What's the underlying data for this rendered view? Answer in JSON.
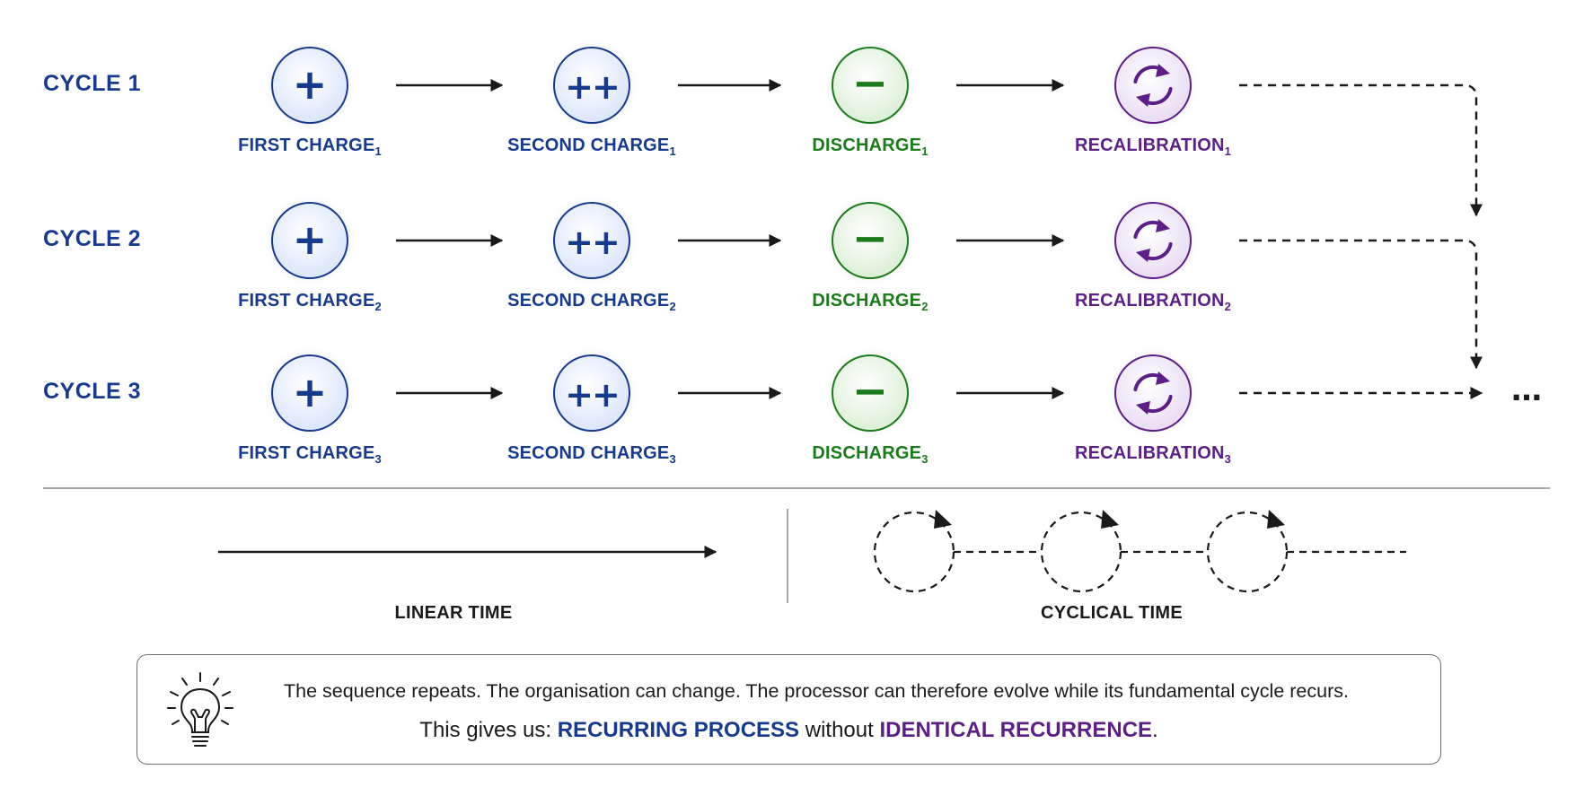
{
  "cycles": [
    {
      "label": "CYCLE 1",
      "index": "1"
    },
    {
      "label": "CYCLE 2",
      "index": "2"
    },
    {
      "label": "CYCLE 3",
      "index": "3"
    }
  ],
  "stages": [
    {
      "name": "FIRST CHARGE",
      "symbol": "+",
      "tone": "blue",
      "icon": "plus-icon"
    },
    {
      "name": "SECOND CHARGE",
      "symbol": "++",
      "tone": "blue",
      "icon": "double-plus-icon"
    },
    {
      "name": "DISCHARGE",
      "symbol": "−",
      "tone": "green",
      "icon": "minus-icon"
    },
    {
      "name": "RECALIBRATION",
      "symbol": "",
      "tone": "purple",
      "icon": "cycle-arrows-icon"
    }
  ],
  "continuation": "…",
  "time": {
    "linear_label": "LINEAR TIME",
    "cyclical_label": "CYCLICAL TIME"
  },
  "note": {
    "icon": "lightbulb-icon",
    "line1": "The sequence repeats. The organisation can change. The processor can therefore evolve while its fundamental cycle recurs.",
    "line2_prefix": "This gives us: ",
    "line2_emph1": "RECURRING PROCESS",
    "line2_mid": " without ",
    "line2_emph2": "IDENTICAL RECURRENCE",
    "line2_suffix": "."
  },
  "colors": {
    "blue": "#173a8c",
    "green": "#1c7a1c",
    "purple": "#5b1f86",
    "blue_fill": "#e3ebfa",
    "green_fill": "#e4f2e0",
    "purple_fill": "#eee3f6",
    "line": "#1a1a1a"
  }
}
